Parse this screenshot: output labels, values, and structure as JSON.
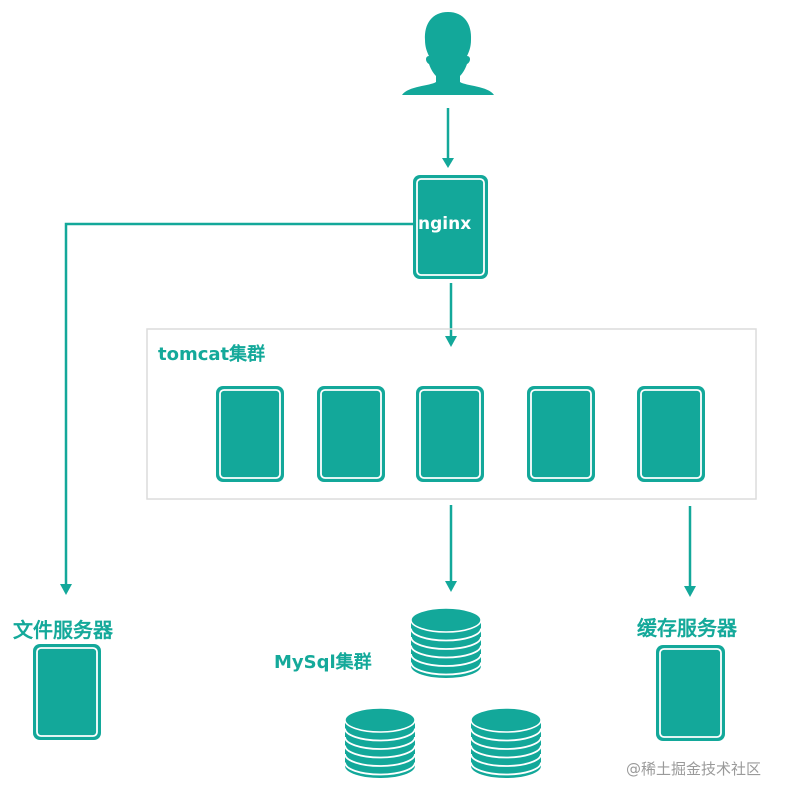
{
  "diagram": {
    "colors": {
      "primary": "#13a89a",
      "border": "#dcdcdc",
      "watermark": "#9a9a9a"
    },
    "user": {
      "icon": "user-icon"
    },
    "nginx": {
      "label": "nginx"
    },
    "tomcat_cluster": {
      "label": "tomcat集群",
      "node_count": 5
    },
    "file_server": {
      "label": "文件服务器"
    },
    "mysql_cluster": {
      "label": "MySql集群",
      "db_count": 3
    },
    "cache_server": {
      "label": "缓存服务器"
    },
    "edges": [
      {
        "from": "user",
        "to": "nginx"
      },
      {
        "from": "nginx",
        "to": "tomcat_cluster"
      },
      {
        "from": "nginx",
        "to": "file_server"
      },
      {
        "from": "tomcat_cluster",
        "to": "mysql_cluster"
      },
      {
        "from": "tomcat_cluster",
        "to": "cache_server"
      }
    ]
  },
  "watermark": "@稀土掘金技术社区"
}
